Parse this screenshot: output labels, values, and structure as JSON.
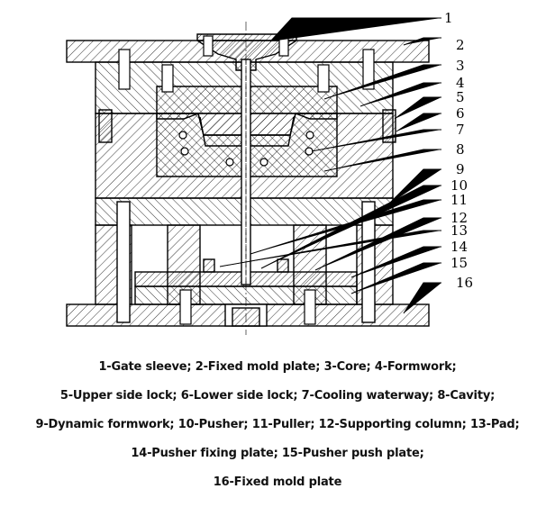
{
  "diagram": {
    "part_numbers": [
      "1",
      "2",
      "3",
      "4",
      "5",
      "6",
      "7",
      "8",
      "9",
      "10",
      "11",
      "12",
      "13",
      "14",
      "15",
      "16"
    ]
  },
  "caption": {
    "lines": [
      "1-Gate sleeve; 2-Fixed mold plate; 3-Core; 4-Formwork;",
      "5-Upper side lock; 6-Lower side lock; 7-Cooling waterway; 8-Cavity;",
      "9-Dynamic formwork; 10-Pusher; 11-Puller; 12-Supporting column; 13-Pad;",
      "14-Pusher fixing plate; 15-Pusher push plate;",
      "16-Fixed mold plate"
    ]
  }
}
